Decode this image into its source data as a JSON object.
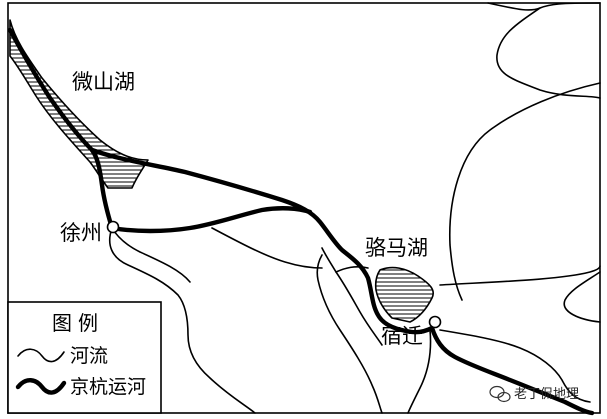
{
  "map": {
    "lakes": {
      "weishan": {
        "label": "微山湖"
      },
      "luoma": {
        "label": "骆马湖"
      }
    },
    "cities": {
      "xuzhou": {
        "label": "徐州"
      },
      "suqian": {
        "label": "宿迁"
      }
    },
    "legend": {
      "title": "图例",
      "items": [
        {
          "label": "河流",
          "symbol": "thin-river-line"
        },
        {
          "label": "京杭运河",
          "symbol": "thick-canal-line"
        }
      ]
    },
    "watermark": {
      "text": "老丁侃地理",
      "icon": "wechat-icon"
    },
    "colors": {
      "line": "#000000",
      "background": "#ffffff"
    }
  }
}
